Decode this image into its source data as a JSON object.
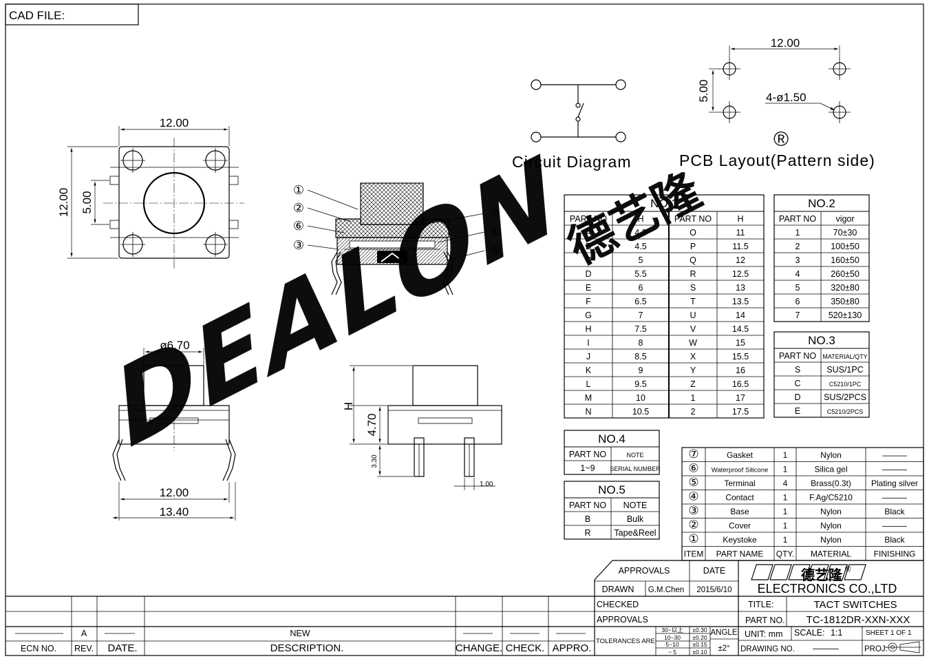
{
  "cad_file": "CAD FILE:",
  "dims": {
    "d12": "12.00",
    "d5": "5.00",
    "d670": "ø6.70",
    "d1340": "13.40",
    "h": "H",
    "d470": "4.70",
    "d330": "3.30",
    "d100": "1.00",
    "pcb4": "4-ø1.50"
  },
  "labels": {
    "circuit": "Circuit  Diagram",
    "pcb": "PCB  Layout(Pattern  side)"
  },
  "callouts": [
    "①",
    "②",
    "⑥",
    "③",
    "⑦",
    "④",
    "⑤"
  ],
  "watermark": {
    "text": "DEALON",
    "chinese": "德艺隆",
    "reg": "®",
    "color": "#22e6ec"
  },
  "no1": {
    "title": "NO.1",
    "headers": [
      "PART NO",
      "H",
      "PART NO",
      "H"
    ],
    "left": [
      [
        "A",
        "4.3"
      ],
      [
        "B",
        "4.5"
      ],
      [
        "C",
        "5"
      ],
      [
        "D",
        "5.5"
      ],
      [
        "E",
        "6"
      ],
      [
        "F",
        "6.5"
      ],
      [
        "G",
        "7"
      ],
      [
        "H",
        "7.5"
      ],
      [
        "I",
        "8"
      ],
      [
        "J",
        "8.5"
      ],
      [
        "K",
        "9"
      ],
      [
        "L",
        "9.5"
      ],
      [
        "M",
        "10"
      ],
      [
        "N",
        "10.5"
      ]
    ],
    "right": [
      [
        "O",
        "11"
      ],
      [
        "P",
        "11.5"
      ],
      [
        "Q",
        "12"
      ],
      [
        "R",
        "12.5"
      ],
      [
        "S",
        "13"
      ],
      [
        "T",
        "13.5"
      ],
      [
        "U",
        "14"
      ],
      [
        "V",
        "14.5"
      ],
      [
        "W",
        "15"
      ],
      [
        "X",
        "15.5"
      ],
      [
        "Y",
        "16"
      ],
      [
        "Z",
        "16.5"
      ],
      [
        "1",
        "17"
      ],
      [
        "2",
        "17.5"
      ]
    ]
  },
  "no2": {
    "title": "NO.2",
    "headers": [
      "PART NO",
      "vigor"
    ],
    "rows": [
      [
        "1",
        "70±30"
      ],
      [
        "2",
        "100±50"
      ],
      [
        "3",
        "160±50"
      ],
      [
        "4",
        "260±50"
      ],
      [
        "5",
        "320±80"
      ],
      [
        "6",
        "350±80"
      ],
      [
        "7",
        "520±130"
      ]
    ]
  },
  "no3": {
    "title": "NO.3",
    "headers": [
      "PART NO",
      "MATERIAL/QTY"
    ],
    "rows": [
      [
        "S",
        "SUS/1PC"
      ],
      [
        "C",
        "C5210/1PC"
      ],
      [
        "D",
        "SUS/2PCS"
      ],
      [
        "E",
        "C5210/2PCS"
      ]
    ]
  },
  "no4": {
    "title": "NO.4",
    "headers": [
      "PART NO",
      "NOTE"
    ],
    "rows": [
      [
        "1~9",
        "SERIAL NUMBER"
      ]
    ]
  },
  "no5": {
    "title": "NO.5",
    "headers": [
      "PART NO",
      "NOTE"
    ],
    "rows": [
      [
        "B",
        "Bulk"
      ],
      [
        "R",
        "Tape&Reel"
      ]
    ]
  },
  "bom": {
    "rows": [
      [
        "⑦",
        "Gasket",
        "1",
        "Nylon",
        "———"
      ],
      [
        "⑥",
        "Waterproof Silicone",
        "1",
        "Silica  gel",
        "———"
      ],
      [
        "⑤",
        "Terminal",
        "4",
        "Brass(0.3t)",
        "Plating silver"
      ],
      [
        "④",
        "Contact",
        "1",
        "F.Ag/C5210",
        "———"
      ],
      [
        "③",
        "Base",
        "1",
        "Nylon",
        "Black"
      ],
      [
        "②",
        "Cover",
        "1",
        "Nylon",
        "———"
      ],
      [
        "①",
        "Keystoke",
        "1",
        "Nylon",
        "Black"
      ]
    ],
    "headers": [
      "ITEM",
      "PART NAME",
      "QTY.",
      "MATERIAL",
      "FINISHING"
    ]
  },
  "title_block": {
    "approvals": "APPROVALS",
    "date": "DATE",
    "drawn": "DRAWN",
    "drawn_by": "G.M.Chen",
    "drawn_date": "2015/6/10",
    "checked": "CHECKED",
    "approvals2": "APPROVALS",
    "company": "ELECTRONICS  CO.,LTD",
    "title_label": "TITLE:",
    "title": "TACT  SWITCHES",
    "part_label": "PART  NO.",
    "part": "TC-1812DR-XXN-XXX",
    "unit": "UNIT:  mm",
    "scale_label": "SCALE:",
    "scale": "1:1",
    "sheet": "SHEET   1  OF  1",
    "drawing_no": "DRAWING  NO.",
    "drawing_val": "———",
    "proj": "PROJ:",
    "tolerances": "TOLERANCES  ARE",
    "tol_ranges": [
      "30~以上",
      "10~30",
      "5~10",
      "~ 5"
    ],
    "tol_values": [
      "±0.30",
      "±0.20",
      "±0.15",
      "±0.10"
    ],
    "angle": "ANGLE",
    "angle_val": "±2°"
  },
  "revision": {
    "ecn": "ECN  NO.",
    "rev": "REV.",
    "date": "DATE.",
    "desc": "DESCRIPTION.",
    "change": "CHANGE.",
    "check": "CHECK.",
    "appro": "APPRO.",
    "row_rev": "A",
    "row_desc": "NEW"
  }
}
